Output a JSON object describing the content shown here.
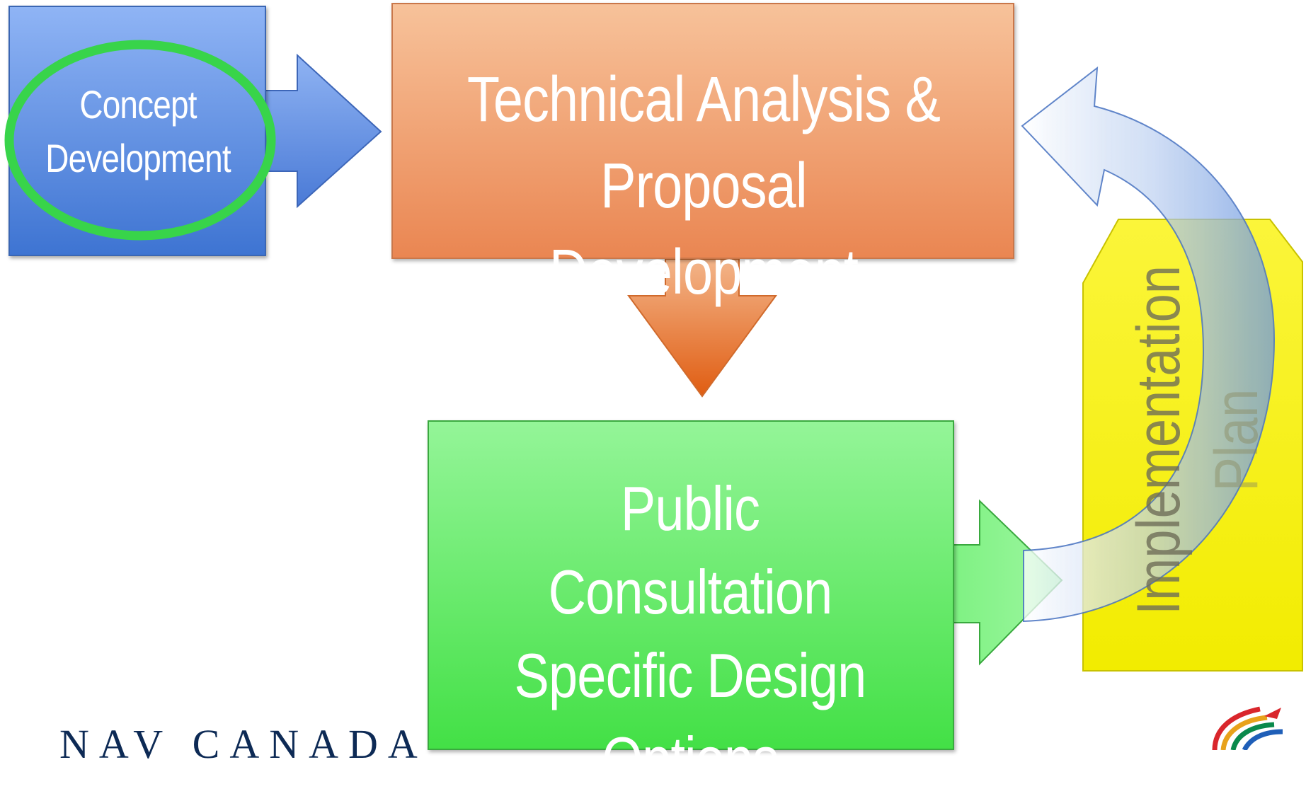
{
  "diagram": {
    "concept_box": {
      "line1": "Concept",
      "line2": "Development"
    },
    "technical_box": {
      "line1": "Technical Analysis &",
      "line2": "Proposal Development"
    },
    "public_box": {
      "line1": "Public Consultation",
      "line2": "Specific Design",
      "line3": "Options"
    },
    "implementation_tab": {
      "word1": "Implementation",
      "word2": "Plan"
    }
  },
  "footer": {
    "company_logo_text": "NAV CANADA"
  },
  "colors": {
    "concept": "#5b8de6",
    "technical": "#ef9a66",
    "public": "#5fe862",
    "implementation": "#f7f200",
    "arrow_blue": "#6f99e0",
    "arrow_orange": "#e06a20",
    "highlight_ring": "#38d44a"
  },
  "icons": [
    "right-arrow",
    "down-arrow",
    "curved-return-arrow",
    "swoosh-logo-icon"
  ]
}
